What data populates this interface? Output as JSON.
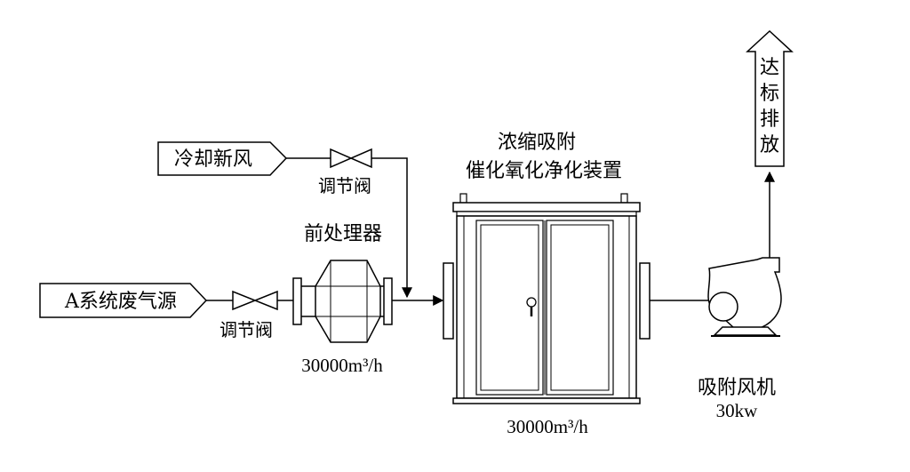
{
  "labels": {
    "source": "A系统废气源",
    "fresh_air": "冷却新风",
    "valve_top": "调节阀",
    "valve_bottom": "调节阀",
    "pretreat": "前处理器",
    "pretreat_flow": "30000m³/h",
    "device_line1": "浓缩吸附",
    "device_line2": "催化氧化净化装置",
    "device_flow": "30000m³/h",
    "fan_name": "吸附风机",
    "fan_power": "30kw",
    "exhaust": [
      "达",
      "标",
      "排",
      "放"
    ]
  },
  "colors": {
    "line": "#000000",
    "background": "#ffffff"
  }
}
